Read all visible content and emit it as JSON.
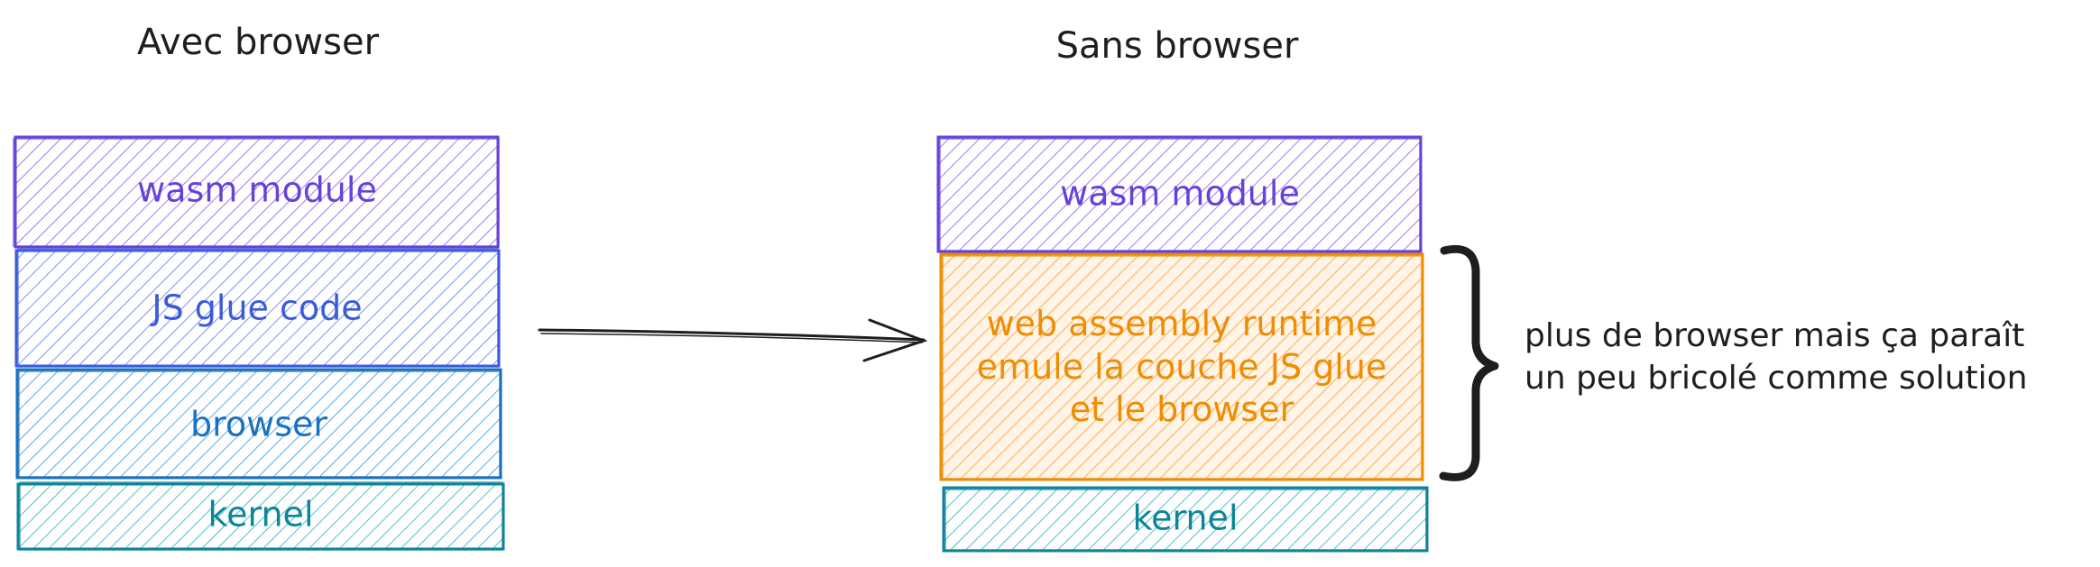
{
  "headings": {
    "left": "Avec browser",
    "right": "Sans browser"
  },
  "left_stack": {
    "wasm": "wasm module",
    "glue": "JS glue code",
    "browser": "browser",
    "kernel": "kernel"
  },
  "right_stack": {
    "wasm": "wasm module",
    "runtime_line1": "web assembly runtime",
    "runtime_line2": "emule la couche JS glue",
    "runtime_line3": "et le browser",
    "kernel": "kernel"
  },
  "note": {
    "line1": "plus de browser mais ça paraît",
    "line2": "un peu bricolé comme solution"
  },
  "colors": {
    "wasm": "#6741d9",
    "glue": "#3b5bdb",
    "browser": "#1971c2",
    "kernel": "#0c8599",
    "kernel_fill": "#3bc9db",
    "runtime": "#f08c00",
    "runtime_fill": "#ffa94d",
    "ink": "#1e1e1e"
  }
}
